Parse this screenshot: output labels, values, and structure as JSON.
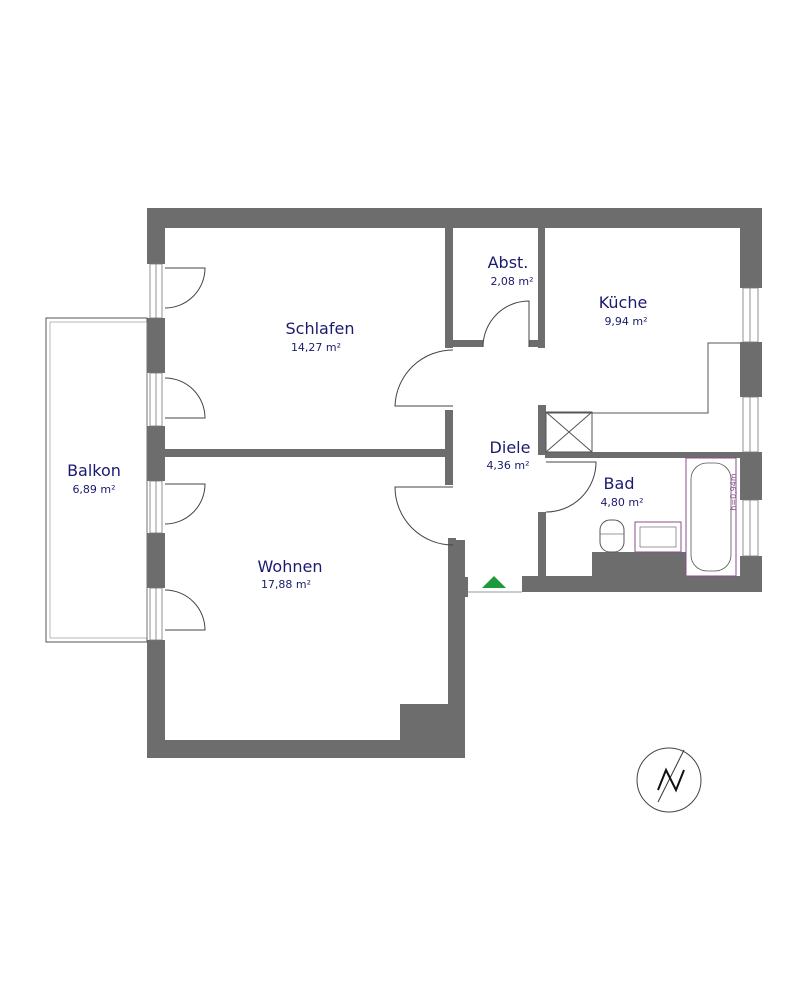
{
  "rooms": [
    {
      "id": "schlafen",
      "name": "Schlafen",
      "area": "14,27 m²"
    },
    {
      "id": "abst",
      "name": "Abst.",
      "area": "2,08 m²"
    },
    {
      "id": "kueche",
      "name": "Küche",
      "area": "9,94 m²"
    },
    {
      "id": "diele",
      "name": "Diele",
      "area": "4,36 m²"
    },
    {
      "id": "bad",
      "name": "Bad",
      "area": "4,80 m²"
    },
    {
      "id": "balkon",
      "name": "Balkon",
      "area": "6,89 m²"
    },
    {
      "id": "wohnen",
      "name": "Wohnen",
      "area": "17,88 m²"
    }
  ],
  "bathtub_dimension": "h=0,94m",
  "colors": {
    "wall": "#6d6d6d",
    "label": "#1a1a6e",
    "entrance_marker": "#1f9a3a",
    "bathtub": "#8a4f8a"
  },
  "icons": {
    "compass": "north-arrow-icon",
    "entrance": "entrance-triangle-icon"
  }
}
